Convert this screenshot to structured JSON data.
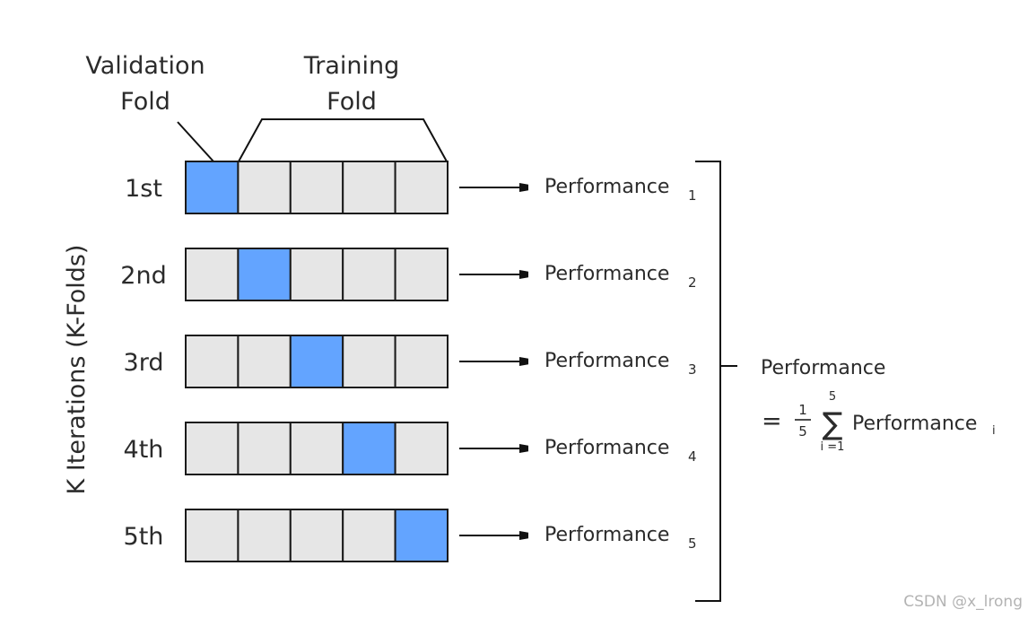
{
  "diagram": {
    "labels": {
      "validation_line1": "Validation",
      "validation_line2": "Fold",
      "training_line1": "Training",
      "training_line2": "Fold",
      "axis_label": "K Iterations (K-Folds)"
    },
    "folds_per_row": 5,
    "colors": {
      "validation": "#63a4ff",
      "training": "#e6e6e6"
    },
    "rows": [
      {
        "label": "1st",
        "validation_index": 0,
        "perf_text": "Performance",
        "perf_sub": "1"
      },
      {
        "label": "2nd",
        "validation_index": 1,
        "perf_text": "Performance",
        "perf_sub": "2"
      },
      {
        "label": "3rd",
        "validation_index": 2,
        "perf_text": "Performance",
        "perf_sub": "3"
      },
      {
        "label": "4th",
        "validation_index": 3,
        "perf_text": "Performance",
        "perf_sub": "4"
      },
      {
        "label": "5th",
        "validation_index": 4,
        "perf_text": "Performance",
        "perf_sub": "5"
      }
    ],
    "formula": {
      "title": "Performance",
      "equals": "=",
      "frac_num": "1",
      "frac_den": "5",
      "sum_top": "5",
      "sum_symbol": "∑",
      "sum_bottom": "i =1",
      "term": "Performance",
      "term_sub": "i"
    },
    "watermark": "CSDN @x_lrong"
  }
}
